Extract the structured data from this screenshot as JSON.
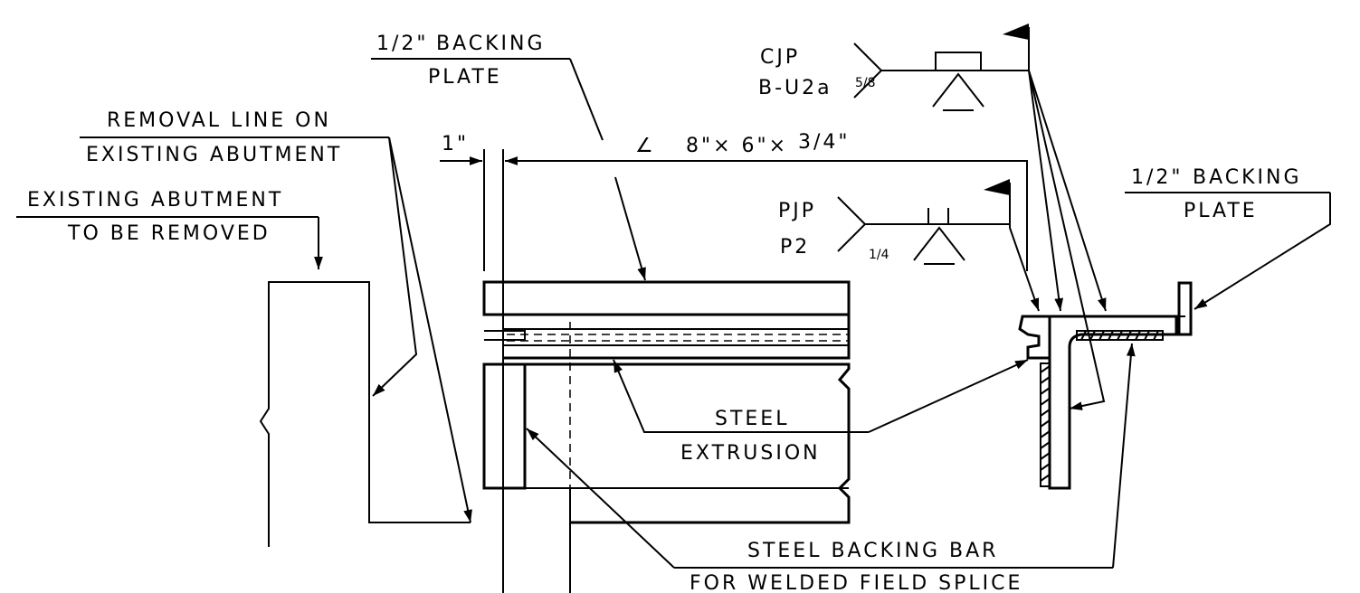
{
  "labels": {
    "backing_plate_top": {
      "size": "1/2\"",
      "line1": "BACKING",
      "line2": "PLATE"
    },
    "removal_line": {
      "line1": "REMOVAL LINE ON",
      "line2": "EXISTING ABUTMENT"
    },
    "existing_abutment": {
      "line1": "EXISTING ABUTMENT",
      "line2": "TO BE REMOVED"
    },
    "dimension_1in": "1\"",
    "angle": {
      "symbol": "∠",
      "text": "8\"× 6\"×",
      "fraction": "3/4\""
    },
    "cjp_weld": {
      "type": "CJP",
      "code": "B-U2a",
      "size": "5/8"
    },
    "pjp_weld": {
      "type": "PJP",
      "code": "P2",
      "size": "1/4"
    },
    "backing_plate_right": {
      "size": "1/2\"",
      "line1": "BACKING",
      "line2": "PLATE"
    },
    "steel_extrusion": {
      "line1": "STEEL",
      "line2": "EXTRUSION"
    },
    "steel_backing_bar": {
      "line1": "STEEL BACKING BAR",
      "line2": "FOR WELDED FIELD SPLICE"
    }
  },
  "icons": [
    "field-weld-flag-icon",
    "weld-symbol-icon",
    "arrowhead-icon"
  ]
}
